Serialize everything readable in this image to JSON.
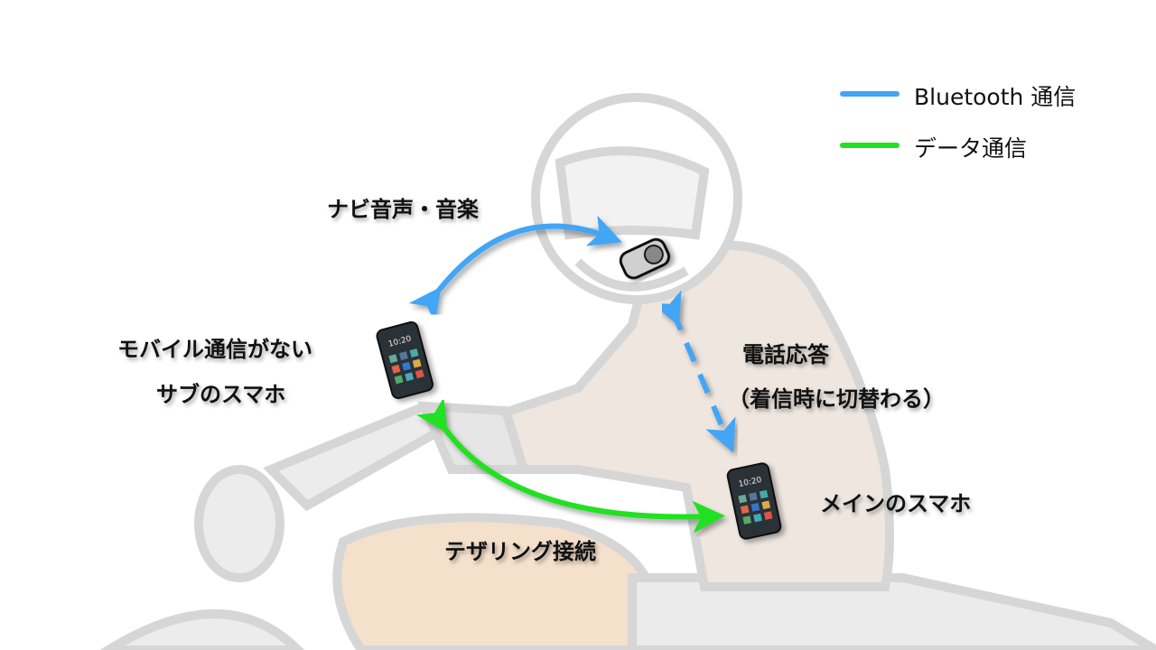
{
  "legend": [
    {
      "label": "Bluetooth 通信",
      "color": "#42a5f5"
    },
    {
      "label": "データ通信",
      "color": "#22e022"
    }
  ],
  "labels": {
    "nav_audio": "ナビ音声・音楽",
    "sub_phone_line1": "モバイル通信がない",
    "sub_phone_line2": "サブのスマホ",
    "call_line1": "電話応答",
    "call_line2": "（着信時に切替わる）",
    "main_phone": "メインのスマホ",
    "tethering": "テザリング接続"
  },
  "phone_screen": {
    "time": "10:20"
  },
  "colors": {
    "bluetooth": "#42a5f5",
    "data": "#22e022"
  }
}
